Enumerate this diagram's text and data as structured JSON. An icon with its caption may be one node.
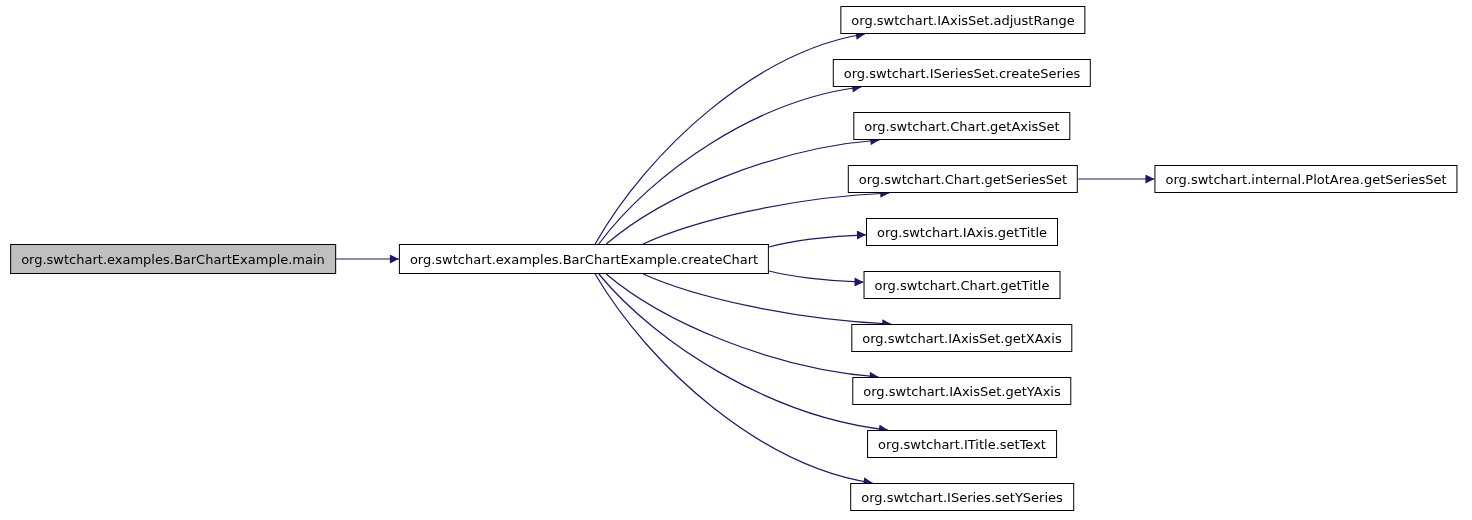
{
  "diagram": {
    "nodes": [
      {
        "text": [
          "org.swtchart.examples.BarChartExample.main"
        ]
      },
      {
        "text": [
          "org.swtchart.examples.BarChartExample.createChart"
        ]
      },
      {
        "text": [
          "org.swtchart.IAxisSet.adjustRange"
        ]
      },
      {
        "text": [
          "org.swtchart.ISeriesSet.createSeries"
        ]
      },
      {
        "text": [
          "org.swtchart.Chart.getAxisSet"
        ]
      },
      {
        "text": [
          "org.swtchart.Chart.getSeriesSet"
        ]
      },
      {
        "text": [
          "org.swtchart.internal.PlotArea.getSeriesSet"
        ]
      },
      {
        "text": [
          "org.swtchart.IAxis.getTitle"
        ]
      },
      {
        "text": [
          "org.swtchart.Chart.getTitle"
        ]
      },
      {
        "text": [
          "org.swtchart.IAxisSet.getXAxis"
        ]
      },
      {
        "text": [
          "org.swtchart.IAxisSet.getYAxis"
        ]
      },
      {
        "text": [
          "org.swtchart.ITitle.setText"
        ]
      },
      {
        "text": [
          "org.swtchart.ISeries.setYSeries"
        ]
      }
    ],
    "edges": [
      {
        "from": 0,
        "to": 1,
        "arrow": "to"
      },
      {
        "from": 1,
        "to": 2,
        "arrow": "to"
      },
      {
        "from": 1,
        "to": 3,
        "arrow": "to"
      },
      {
        "from": 1,
        "to": 4,
        "arrow": "to"
      },
      {
        "from": 1,
        "to": 5,
        "arrow": "to"
      },
      {
        "from": 1,
        "to": 7,
        "arrow": "to"
      },
      {
        "from": 1,
        "to": 8,
        "arrow": "to"
      },
      {
        "from": 1,
        "to": 9,
        "arrow": "to"
      },
      {
        "from": 1,
        "to": 10,
        "arrow": "to"
      },
      {
        "from": 1,
        "to": 11,
        "arrow": "to"
      },
      {
        "from": 1,
        "to": 12,
        "arrow": "to"
      },
      {
        "from": 5,
        "to": 6,
        "arrow": "to"
      }
    ]
  }
}
